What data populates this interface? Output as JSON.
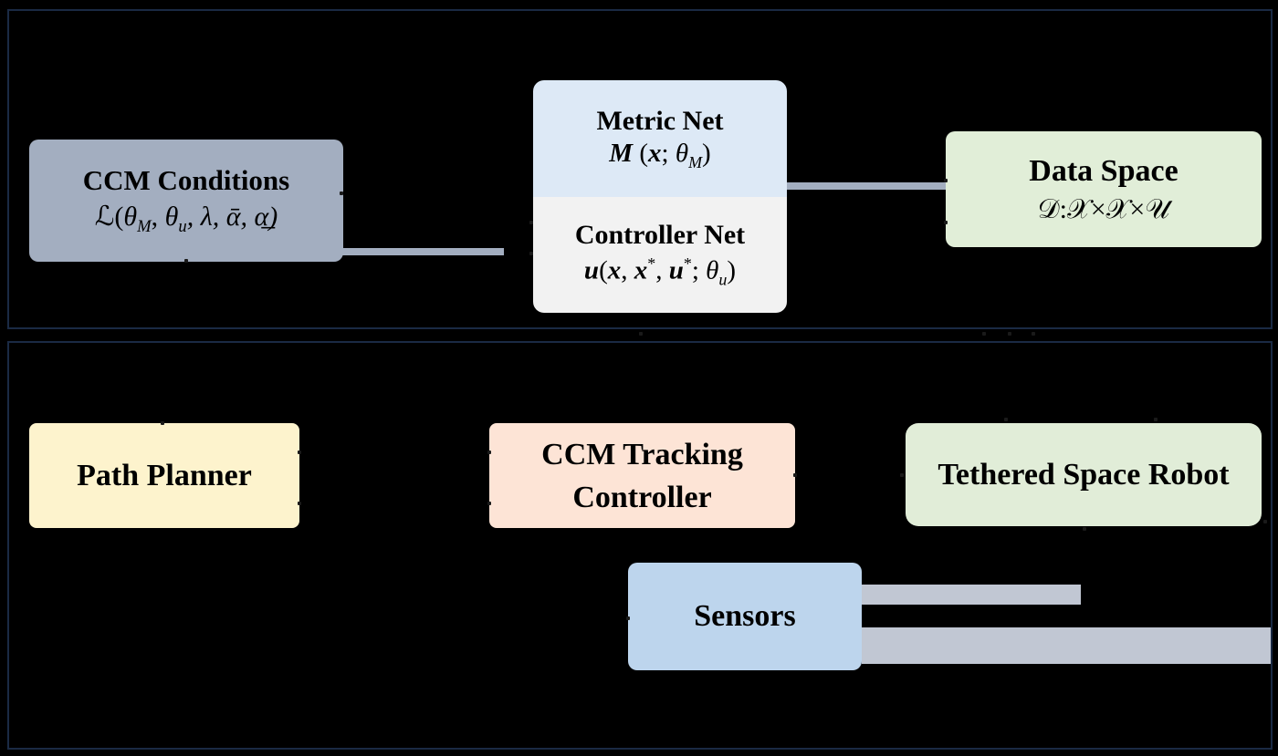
{
  "diagram": {
    "ccm_conditions": {
      "title": "CCM Conditions",
      "formula_l": "ℒ(",
      "formula_theta": "θ",
      "formula_sub_m": "M",
      "formula_comma1": ", ",
      "formula_sub_u": "u",
      "formula_rest": ", λ, ᾱ, α̲)"
    },
    "metric_net": {
      "title": "Metric Net",
      "formula_M": "M",
      "formula_open": " (",
      "formula_x": "x",
      "formula_semi": "; ",
      "formula_theta": "θ",
      "formula_sub": "M",
      "formula_close": ")"
    },
    "controller_net": {
      "title": "Controller Net",
      "formula_u": "u",
      "formula_open": "(",
      "formula_x": "x",
      "formula_comma": ", ",
      "formula_x2": "x",
      "formula_star": "*",
      "formula_comma2": ", ",
      "formula_u2": "u",
      "formula_star2": "*",
      "formula_semi": "; ",
      "formula_theta": "θ",
      "formula_sub": "u",
      "formula_close": ")"
    },
    "data_space": {
      "title": "Data Space",
      "formula": "𝒟:𝒳×𝒳×𝒰"
    },
    "path_planner": {
      "title": "Path Planner"
    },
    "ccm_tracking_controller": {
      "line1": "CCM Tracking",
      "line2": "Controller"
    },
    "tethered_space_robot": {
      "title": "Tethered Space Robot"
    },
    "sensors": {
      "title": "Sensors"
    }
  },
  "colors": {
    "background": "#000000",
    "ccm_conditions": "#a3aec0",
    "metric_net": "#dde9f6",
    "controller_net": "#f2f2f2",
    "data_space": "#e1eed8",
    "path_planner": "#fdf3cd",
    "ccm_tracking_controller": "#fde4d6",
    "tethered_space_robot": "#e1edd8",
    "sensors": "#bdd5ed",
    "connector": "#c1c7d3"
  }
}
